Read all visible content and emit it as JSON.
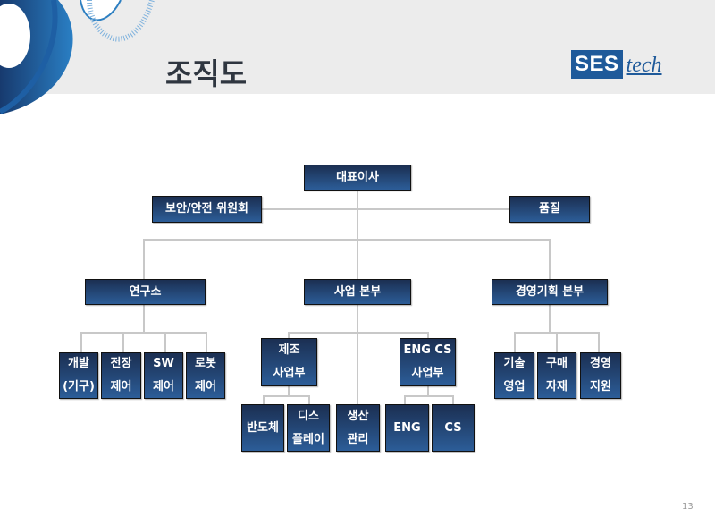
{
  "header": {
    "title": "조직도",
    "logo": {
      "primary": "SES",
      "secondary": "tech"
    }
  },
  "org": {
    "ceo": "대표이사",
    "safety": "보안/안전 위원회",
    "quality": "품질",
    "rnd": {
      "label": "연구소",
      "children": [
        "개발\n(기구)",
        "전장\n제어",
        "SW\n제어",
        "로봇\n제어"
      ]
    },
    "biz": {
      "label": "사업 본부",
      "mfg": {
        "label": "제조\n사업부",
        "children": [
          "반도체",
          "디스\n플레이"
        ]
      },
      "prod": "생산\n관리",
      "engcs": {
        "label": "ENG CS\n사업부",
        "children": [
          "ENG",
          "CS"
        ]
      }
    },
    "mgmt": {
      "label": "경영기획 본부",
      "children": [
        "기술\n영업",
        "구매\n자재",
        "경영\n지원"
      ]
    }
  },
  "page_number": "13",
  "colors": {
    "box_top": "#1b2f52",
    "box_bottom": "#2c5d98",
    "accent": "#1f5a9a"
  }
}
